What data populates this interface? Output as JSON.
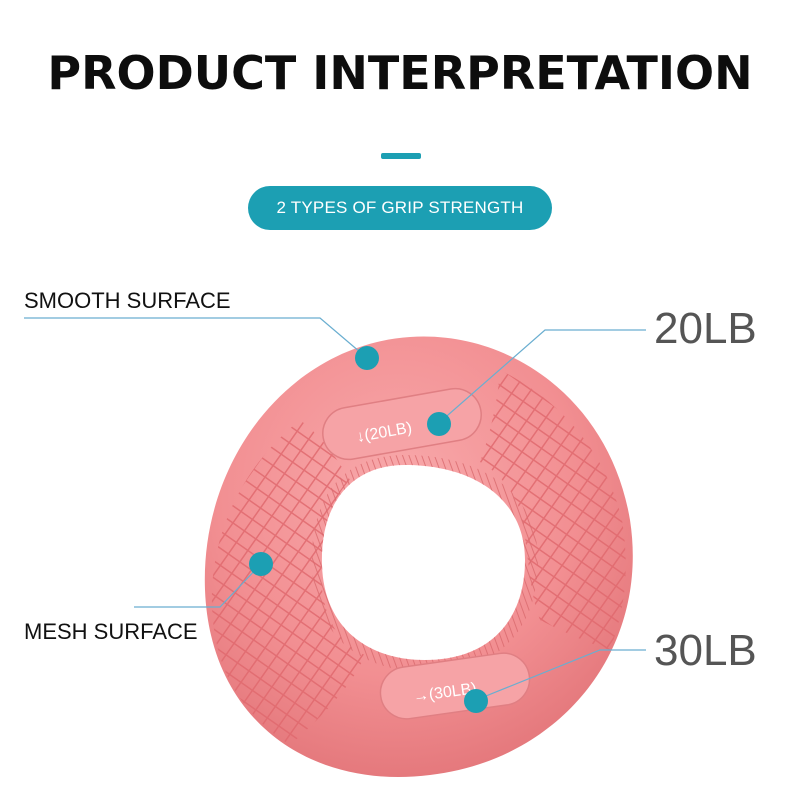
{
  "title": "PRODUCT INTERPRETATION",
  "subtitle_pill": "2 TYPES OF GRIP STRENGTH",
  "labels": {
    "smooth_surface": "SMOOTH SURFACE",
    "mesh_surface": "MESH SURFACE",
    "lb20": "20LB",
    "lb30": "30LB"
  },
  "product": {
    "slot_top_text": "↓(20LB)",
    "slot_bottom_text": "→(30LB)"
  },
  "colors": {
    "accent": "#1c9fb3",
    "product_pink": "#f28f92",
    "callout_line": "#6aaed0"
  },
  "icons": [
    "callout-dot-icon"
  ]
}
